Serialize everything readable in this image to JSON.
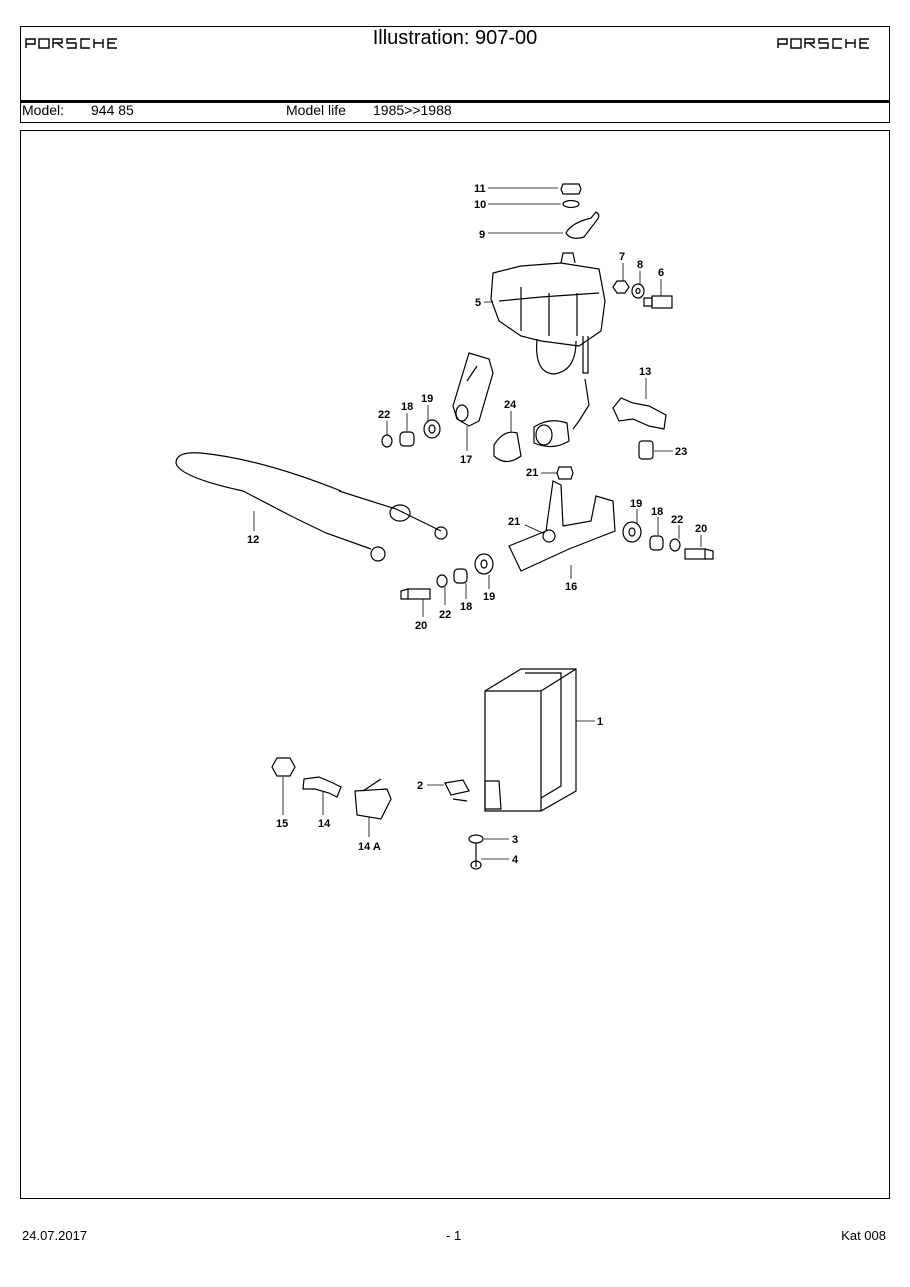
{
  "header": {
    "title": "Illustration: 907-00",
    "brand": "PORSCHE",
    "model_label": "Model:",
    "model_value": "944 85",
    "model_life_label": "Model life",
    "model_life_value": "1985>>1988"
  },
  "callouts": {
    "c1": "1",
    "c2": "2",
    "c3": "3",
    "c4": "4",
    "c5": "5",
    "c6": "6",
    "c7": "7",
    "c8": "8",
    "c9": "9",
    "c10": "10",
    "c11": "11",
    "c12": "12",
    "c13": "13",
    "c14": "14",
    "c14a": "14 A",
    "c15": "15",
    "c16": "16",
    "c17": "17",
    "c18": "18",
    "c19": "19",
    "c20": "20",
    "c21": "21",
    "c22": "22",
    "c23": "23",
    "c24": "24"
  },
  "footer": {
    "date": "24.07.2017",
    "page": "- 1",
    "catalog": "Kat 008"
  }
}
